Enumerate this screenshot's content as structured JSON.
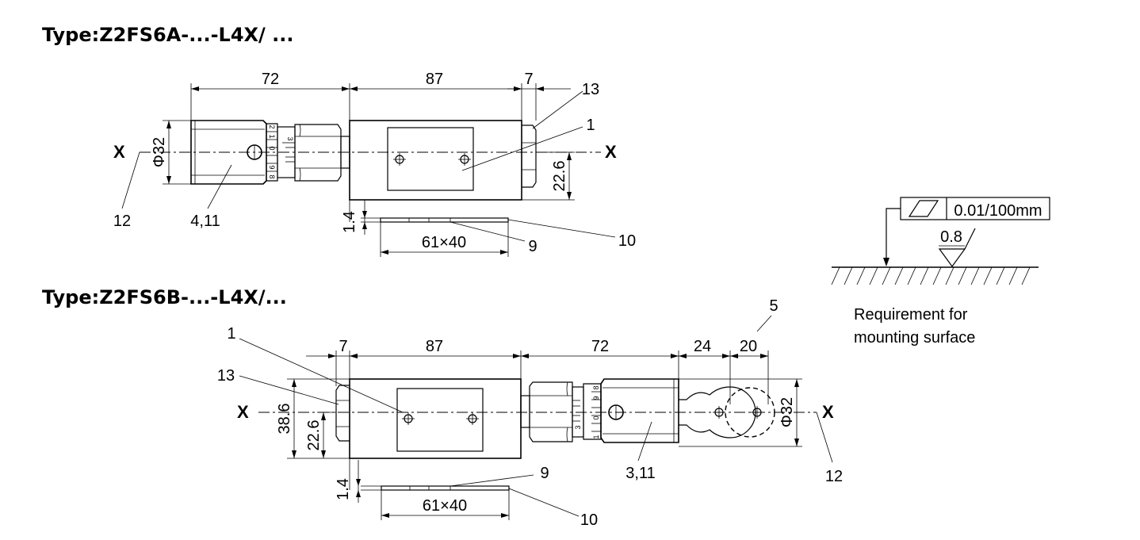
{
  "titles": {
    "type_a": "Type:Z2FS6A-...-L4X/ ...",
    "type_b": "Type:Z2FS6B-...-L4X/..."
  },
  "view_a": {
    "dims": {
      "adjuster_length": "72",
      "body_length": "87",
      "end_length": "7",
      "diameter": "Φ32",
      "height_axis": "22.6",
      "seal_thickness": "1.4",
      "plate_size": "61×40"
    },
    "axis_label_left": "X",
    "axis_label_right": "X",
    "callouts": {
      "c13": "13",
      "c1": "1",
      "c12": "12",
      "c4_11": "4,11",
      "c9": "9",
      "c10": "10"
    },
    "scale_marks": [
      "2",
      "1",
      "0",
      "9",
      "8",
      "3"
    ]
  },
  "view_b": {
    "dims": {
      "end_length": "7",
      "body_length": "87",
      "adjuster_length": "72",
      "key_length": "24",
      "key_diameter": "20",
      "total_height": "38.6",
      "height_axis": "22.6",
      "diameter": "Φ32",
      "seal_thickness": "1.4",
      "plate_size": "61×40"
    },
    "axis_label_left": "X",
    "axis_label_right": "X",
    "callouts": {
      "c1": "1",
      "c13": "13",
      "c5": "5",
      "c3_11": "3,11",
      "c12": "12",
      "c9": "9",
      "c10": "10"
    },
    "scale_marks": [
      "1",
      "0",
      "9",
      "8",
      "3",
      "2"
    ]
  },
  "mounting": {
    "tolerance": "0.01/100mm",
    "roughness": "0.8",
    "caption_line1": "Requirement for",
    "caption_line2": "mounting surface"
  }
}
